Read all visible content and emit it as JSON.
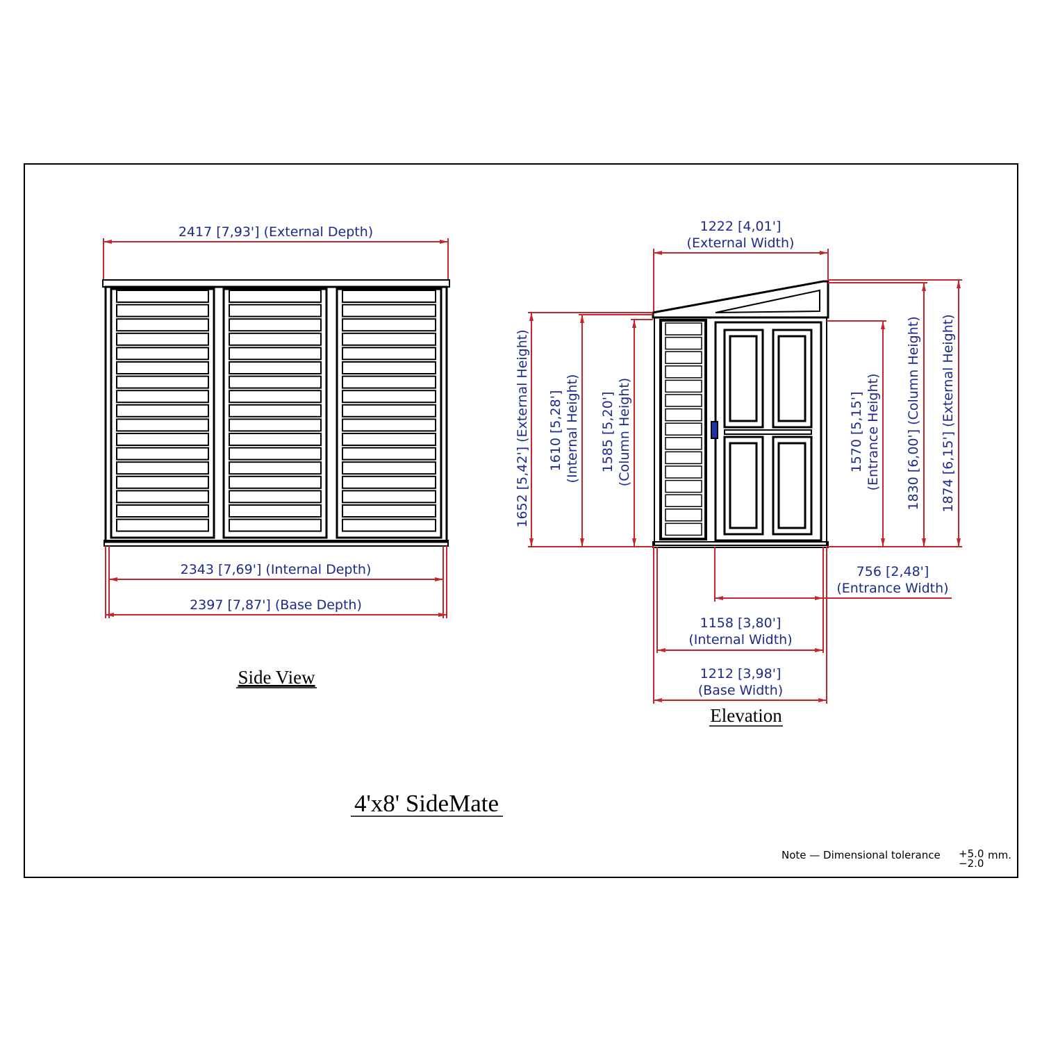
{
  "colors": {
    "dimension_line": "#c4262b",
    "dimension_text": "#1c2a8c",
    "drawing": "#000000",
    "handle": "#2233aa"
  },
  "title": "4'x8' SideMate",
  "side_view": {
    "label": "Side View",
    "external_depth": "2417  [7,93']  (External  Depth)",
    "internal_depth": "2343  [7,69']  (Internal  Depth)",
    "base_depth": "2397  [7,87']  (Base  Depth)"
  },
  "elevation": {
    "label": "Elevation",
    "external_width": [
      "1222  [4,01']",
      "(External  Width)"
    ],
    "external_height_left": "1652  [5,42']  (External  Height)",
    "internal_height": [
      "1610  [5,28']",
      "(Internal  Height)"
    ],
    "column_height_left": [
      "1585  [5,20']",
      "(Column  Height)"
    ],
    "entrance_height": [
      "1570  [5,15']",
      "(Entrance  Height)"
    ],
    "column_height_right": "1830  [6,00']  (Column  Height)",
    "external_height_right": "1874  [6,15']  (External  Height)",
    "entrance_width": [
      "756  [2,48']",
      "(Entrance  Width)"
    ],
    "internal_width": [
      "1158  [3,80']",
      "(Internal  Width)"
    ],
    "base_width": [
      "1212  [3,98']",
      "(Base  Width)"
    ]
  },
  "note": {
    "text": "Note  —  Dimensional  tolerance",
    "plus": "+5.0",
    "minus": "−2.0",
    "unit": "mm."
  }
}
